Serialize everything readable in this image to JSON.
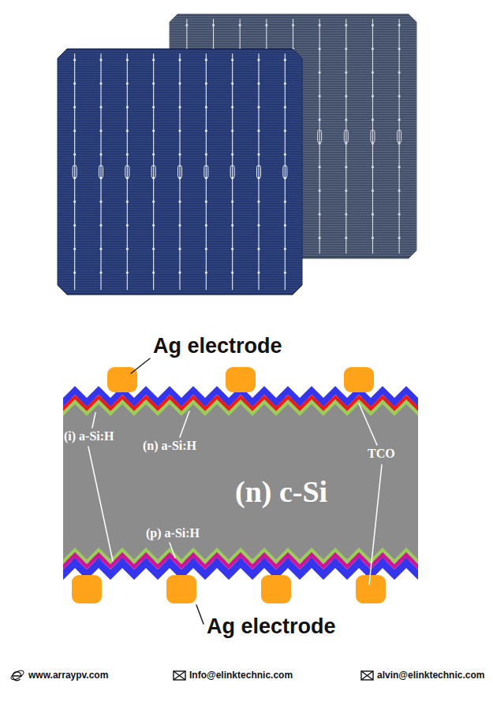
{
  "diagram": {
    "nodes": [
      {
        "text": [
          "(n) c-Si"
        ]
      }
    ],
    "labels": [
      "Ag electrode",
      "(i) a-Si:H",
      "(n) a-Si:H",
      "TCO",
      "(p) a-Si:H",
      "Ag electrode",
      "www.arraypv.com",
      "Info@elinktechnic.com",
      "alvin@elinktechnic.com"
    ]
  }
}
